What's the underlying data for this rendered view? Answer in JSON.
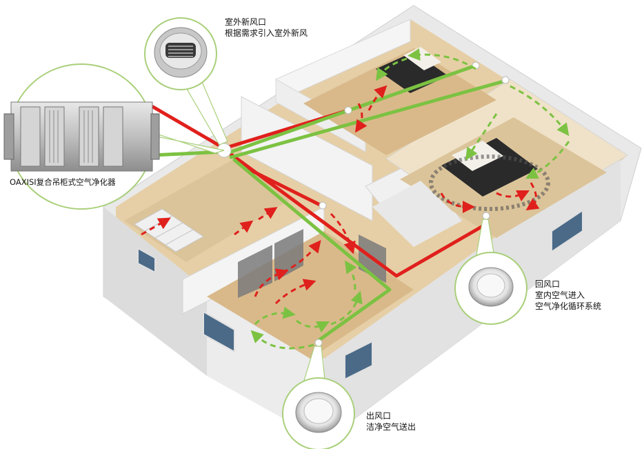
{
  "labels": {
    "unit": "OAXISI复合吊柜式空气净化器",
    "fresh_air": [
      "室外新风口",
      "根据需求引入室外新风"
    ],
    "return_air": [
      "回风口",
      "室内空气进入",
      "空气净化循环系统"
    ],
    "supply_air": [
      "出风口",
      "洁净空气送出"
    ]
  },
  "colors": {
    "dirty_air": "#e0201c",
    "clean_air": "#7cc242",
    "floor": "#d9b98a",
    "wall": "#f2f2f2",
    "callout_border": "#a9cf7a"
  }
}
